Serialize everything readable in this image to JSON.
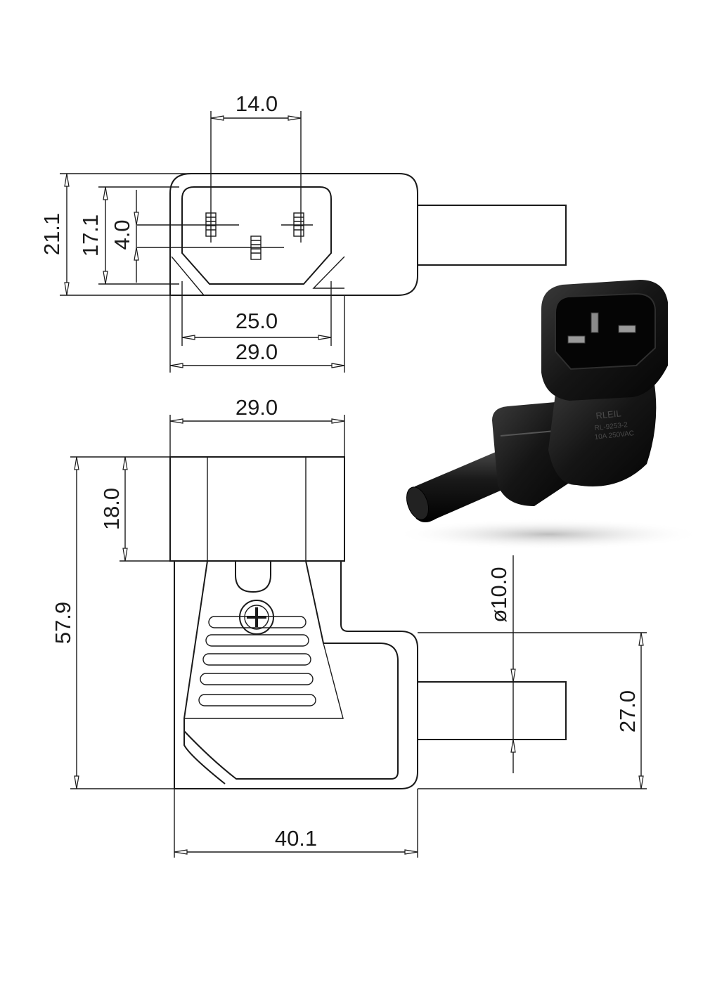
{
  "top_view": {
    "dim_pin_spacing": "14.0",
    "dim_overall_height": "21.1",
    "dim_inner_height": "17.1",
    "dim_pin_offset": "4.0",
    "dim_inner_width": "25.0",
    "dim_outer_width": "29.0"
  },
  "side_view": {
    "dim_width": "29.0",
    "dim_head_height": "18.0",
    "dim_total_height": "57.9",
    "dim_cable_diameter": "ø10.0",
    "dim_cable_height": "27.0",
    "dim_total_width": "40.1"
  },
  "photo": {
    "label_line1": "RLEIL",
    "label_line2": "RL-9253-2",
    "label_line3": "10A 250VAC"
  }
}
